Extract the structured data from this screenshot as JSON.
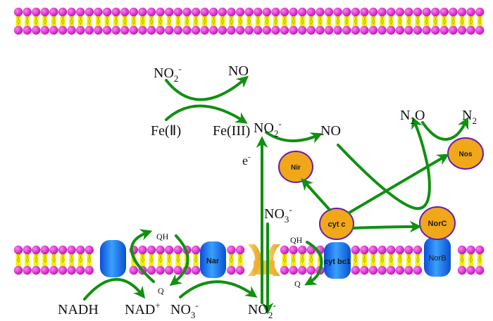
{
  "colors": {
    "arrow": "#109010",
    "lipid_head": "#e020d0",
    "lipid_tail": "#f4f000",
    "transmembrane_protein": "#1a6cf0",
    "peripheral_protein_fill": "#f0a818",
    "peripheral_protein_stroke": "#6a1ab0",
    "channel": "#f2b12c"
  },
  "molecules": {
    "top_no2": "NO2-",
    "top_no": "NO",
    "fe2": "Fe(Ⅱ)",
    "fe3": "Fe(III)",
    "mid_no2": "NO2-",
    "mid_no": "NO",
    "electron": "e-",
    "n2o": "N2O",
    "n2": "N2",
    "no3_channel": "NO3-",
    "qh_left": "QH",
    "q_left": "Q",
    "qh_right": "QH",
    "q_right": "Q",
    "nadh": "NADH",
    "nad": "NAD+",
    "no3_bottom": "NO3-",
    "no2_bottom": "NO2-"
  },
  "proteins": {
    "nir": "Nir",
    "nos": "Nos",
    "cytc": "cyt c",
    "norc": "NorC",
    "nar": "Nar",
    "cytbc1": "cyt bc1",
    "norb": "NorB",
    "nadh_dehydrogenase": ""
  }
}
